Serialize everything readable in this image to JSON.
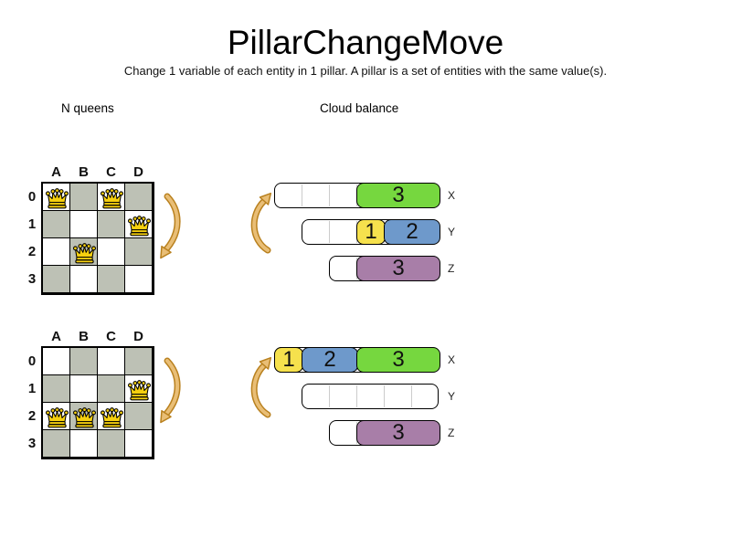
{
  "title": "PillarChangeMove",
  "subtitle": "Change 1 variable of each entity in 1 pillar. A pillar is a set of entities with the same value(s).",
  "sections": {
    "left": "N queens",
    "right": "Cloud balance"
  },
  "colors": {
    "board_gray": "#bdc1b5",
    "queen_gold": "#f6d00f",
    "block_yellow": "#f6e14d",
    "block_blue": "#6e99cb",
    "block_green": "#76d73f",
    "block_purple": "#a87ea8",
    "arrow_fill": "#e9be76",
    "arrow_outline": "#b9811f",
    "gridline": "#cccccc"
  },
  "nqueens": {
    "columns": [
      "A",
      "B",
      "C",
      "D"
    ],
    "rows": [
      "0",
      "1",
      "2",
      "3"
    ],
    "states": [
      {
        "position": "top",
        "queens": [
          "A0",
          "C0",
          "D1",
          "B2"
        ]
      },
      {
        "position": "bottom",
        "queens": [
          "D1",
          "A2",
          "B2",
          "C2"
        ]
      }
    ]
  },
  "cloudbalance": {
    "states": [
      {
        "position": "top",
        "computers": [
          {
            "label": "X",
            "capacity": 6,
            "processes": [
              {
                "value": "3",
                "size": 3,
                "color": "block_green"
              }
            ]
          },
          {
            "label": "Y",
            "capacity": 5,
            "processes": [
              {
                "value": "1",
                "size": 1,
                "color": "block_yellow"
              },
              {
                "value": "2",
                "size": 2,
                "color": "block_blue"
              }
            ]
          },
          {
            "label": "Z",
            "capacity": 4,
            "processes": [
              {
                "value": "3",
                "size": 3,
                "color": "block_purple"
              }
            ]
          }
        ]
      },
      {
        "position": "bottom",
        "computers": [
          {
            "label": "X",
            "capacity": 6,
            "processes": [
              {
                "value": "1",
                "size": 1,
                "color": "block_yellow"
              },
              {
                "value": "2",
                "size": 2,
                "color": "block_blue"
              },
              {
                "value": "3",
                "size": 3,
                "color": "block_green"
              }
            ]
          },
          {
            "label": "Y",
            "capacity": 5,
            "processes": []
          },
          {
            "label": "Z",
            "capacity": 4,
            "processes": [
              {
                "value": "3",
                "size": 3,
                "color": "block_purple"
              }
            ]
          }
        ]
      }
    ]
  }
}
